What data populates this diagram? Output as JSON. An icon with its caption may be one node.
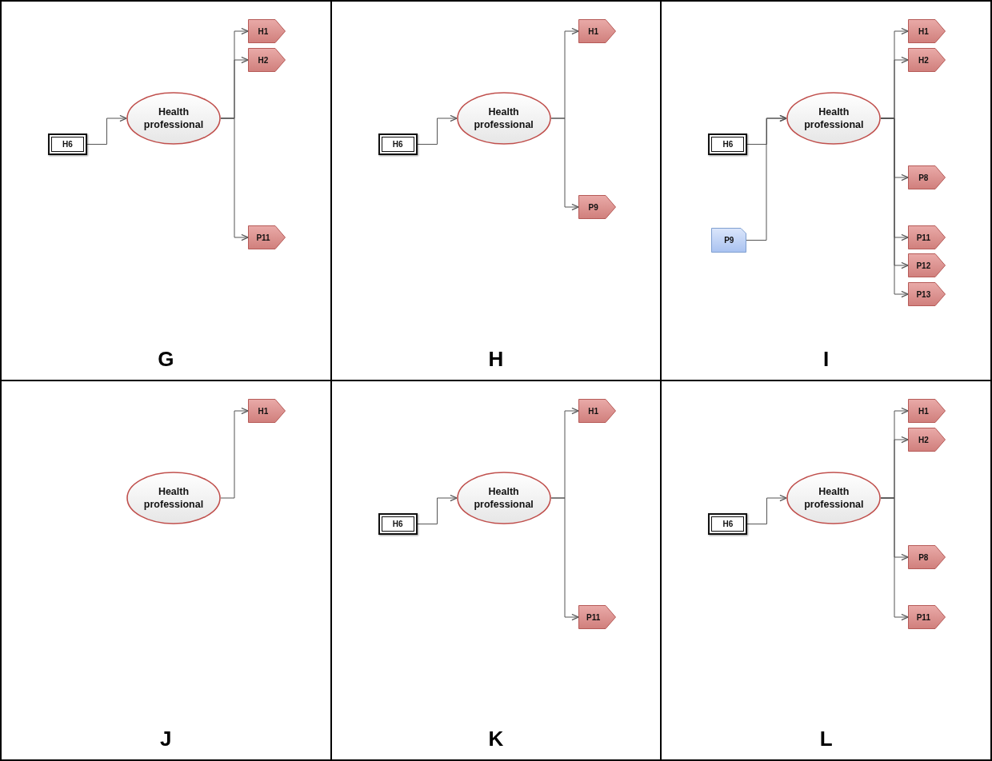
{
  "diagram": {
    "nodes": [
      {
        "text": [
          "G"
        ]
      },
      {
        "text": [
          "H6"
        ],
        "in": 0
      },
      {
        "text": [
          "Health professional"
        ],
        "in": 0
      },
      {
        "text": [
          "H1"
        ],
        "in": 0
      },
      {
        "text": [
          "H2"
        ],
        "in": 0
      },
      {
        "text": [
          "P11"
        ],
        "in": 0
      },
      {
        "text": [
          "H"
        ]
      },
      {
        "text": [
          "H6"
        ],
        "in": 6
      },
      {
        "text": [
          "Health professional"
        ],
        "in": 6
      },
      {
        "text": [
          "H1"
        ],
        "in": 6
      },
      {
        "text": [
          "P9"
        ],
        "in": 6
      },
      {
        "text": [
          "I"
        ]
      },
      {
        "text": [
          "H6"
        ],
        "in": 11
      },
      {
        "text": [
          "P9"
        ],
        "in": 11
      },
      {
        "text": [
          "Health professional"
        ],
        "in": 11
      },
      {
        "text": [
          "H1"
        ],
        "in": 11
      },
      {
        "text": [
          "H2"
        ],
        "in": 11
      },
      {
        "text": [
          "P8"
        ],
        "in": 11
      },
      {
        "text": [
          "P11"
        ],
        "in": 11
      },
      {
        "text": [
          "P12"
        ],
        "in": 11
      },
      {
        "text": [
          "P13"
        ],
        "in": 11
      },
      {
        "text": [
          "J"
        ]
      },
      {
        "text": [
          "Health professional"
        ],
        "in": 21
      },
      {
        "text": [
          "H1"
        ],
        "in": 21
      },
      {
        "text": [
          "K"
        ]
      },
      {
        "text": [
          "H6"
        ],
        "in": 24
      },
      {
        "text": [
          "Health professional"
        ],
        "in": 24
      },
      {
        "text": [
          "H1"
        ],
        "in": 24
      },
      {
        "text": [
          "P11"
        ],
        "in": 24
      },
      {
        "text": [
          "L"
        ]
      },
      {
        "text": [
          "H6"
        ],
        "in": 29
      },
      {
        "text": [
          "Health professional"
        ],
        "in": 29
      },
      {
        "text": [
          "H1"
        ],
        "in": 29
      },
      {
        "text": [
          "H2"
        ],
        "in": 29
      },
      {
        "text": [
          "P8"
        ],
        "in": 29
      },
      {
        "text": [
          "P11"
        ],
        "in": 29
      }
    ],
    "edges": [
      {
        "from": 1,
        "to": 2,
        "arrow": "to"
      },
      {
        "from": 2,
        "to": 3,
        "arrow": "to"
      },
      {
        "from": 2,
        "to": 4,
        "arrow": "to"
      },
      {
        "from": 2,
        "to": 5,
        "arrow": "to"
      },
      {
        "from": 7,
        "to": 8,
        "arrow": "to"
      },
      {
        "from": 8,
        "to": 9,
        "arrow": "to"
      },
      {
        "from": 8,
        "to": 10,
        "arrow": "to"
      },
      {
        "from": 12,
        "to": 14,
        "arrow": "to"
      },
      {
        "from": 13,
        "to": 14,
        "arrow": "to"
      },
      {
        "from": 14,
        "to": 15,
        "arrow": "to"
      },
      {
        "from": 14,
        "to": 16,
        "arrow": "to"
      },
      {
        "from": 14,
        "to": 17,
        "arrow": "to"
      },
      {
        "from": 14,
        "to": 18,
        "arrow": "to"
      },
      {
        "from": 14,
        "to": 19,
        "arrow": "to"
      },
      {
        "from": 14,
        "to": 20,
        "arrow": "to"
      },
      {
        "from": 22,
        "to": 23,
        "arrow": "to"
      },
      {
        "from": 25,
        "to": 26,
        "arrow": "to"
      },
      {
        "from": 26,
        "to": 27,
        "arrow": "to"
      },
      {
        "from": 26,
        "to": 28,
        "arrow": "to"
      },
      {
        "from": 30,
        "to": 31,
        "arrow": "to"
      },
      {
        "from": 31,
        "to": 32,
        "arrow": "to"
      },
      {
        "from": 31,
        "to": 33,
        "arrow": "to"
      },
      {
        "from": 31,
        "to": 34,
        "arrow": "to"
      },
      {
        "from": 31,
        "to": 35,
        "arrow": "to"
      }
    ]
  }
}
